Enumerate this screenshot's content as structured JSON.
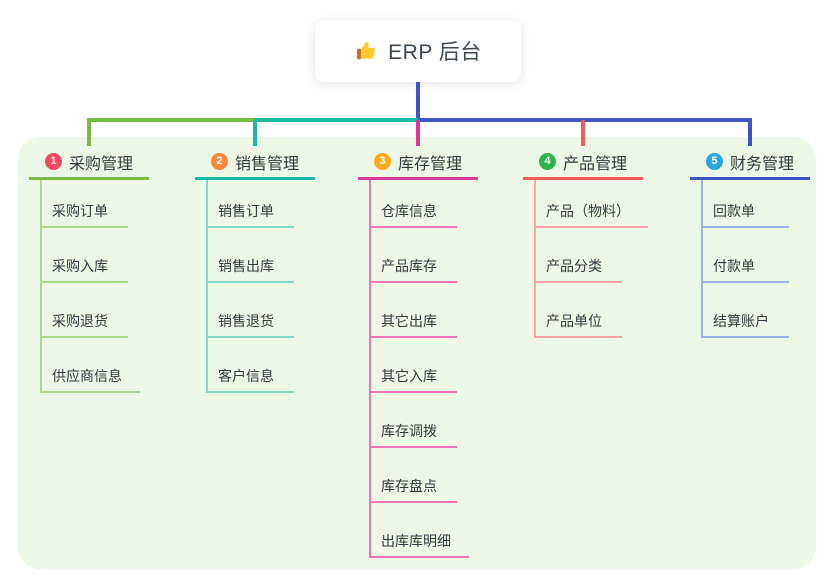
{
  "root": {
    "label": "ERP 后台",
    "icon": "thumbs-up-icon"
  },
  "colors": {
    "page_bg": "#ffffff",
    "panel_bg": "#ecf7e6",
    "root_text": "#3d4653",
    "node_text": "#33383d",
    "root_connector": "#4053c2"
  },
  "branches": [
    {
      "num": "1",
      "label": "采购管理",
      "badge_color": "#f5495f",
      "line_color": "#79bb43",
      "child_line_color": "#aad88d",
      "children": [
        "采购订单",
        "采购入库",
        "采购退货",
        "供应商信息"
      ]
    },
    {
      "num": "2",
      "label": "销售管理",
      "badge_color": "#f8883f",
      "line_color": "#19b9a8",
      "child_line_color": "#80d8cb",
      "children": [
        "销售订单",
        "销售出库",
        "销售退货",
        "客户信息"
      ]
    },
    {
      "num": "3",
      "label": "库存管理",
      "badge_color": "#fcaa1b",
      "line_color": "#d83a96",
      "child_line_color": "#ee74b4",
      "children": [
        "仓库信息",
        "产品库存",
        "其它出库",
        "其它入库",
        "库存调拨",
        "库存盘点",
        "出库库明细"
      ]
    },
    {
      "num": "4",
      "label": "产品管理",
      "badge_color": "#2eb251",
      "line_color": "#f15b5b",
      "child_line_color": "#f8a2a2",
      "children": [
        "产品（物料）",
        "产品分类",
        "产品单位"
      ]
    },
    {
      "num": "5",
      "label": "财务管理",
      "badge_color": "#2aa5e0",
      "line_color": "#3c54c5",
      "child_line_color": "#9bb1e6",
      "children": [
        "回款单",
        "付款单",
        "结算账户"
      ]
    }
  ]
}
